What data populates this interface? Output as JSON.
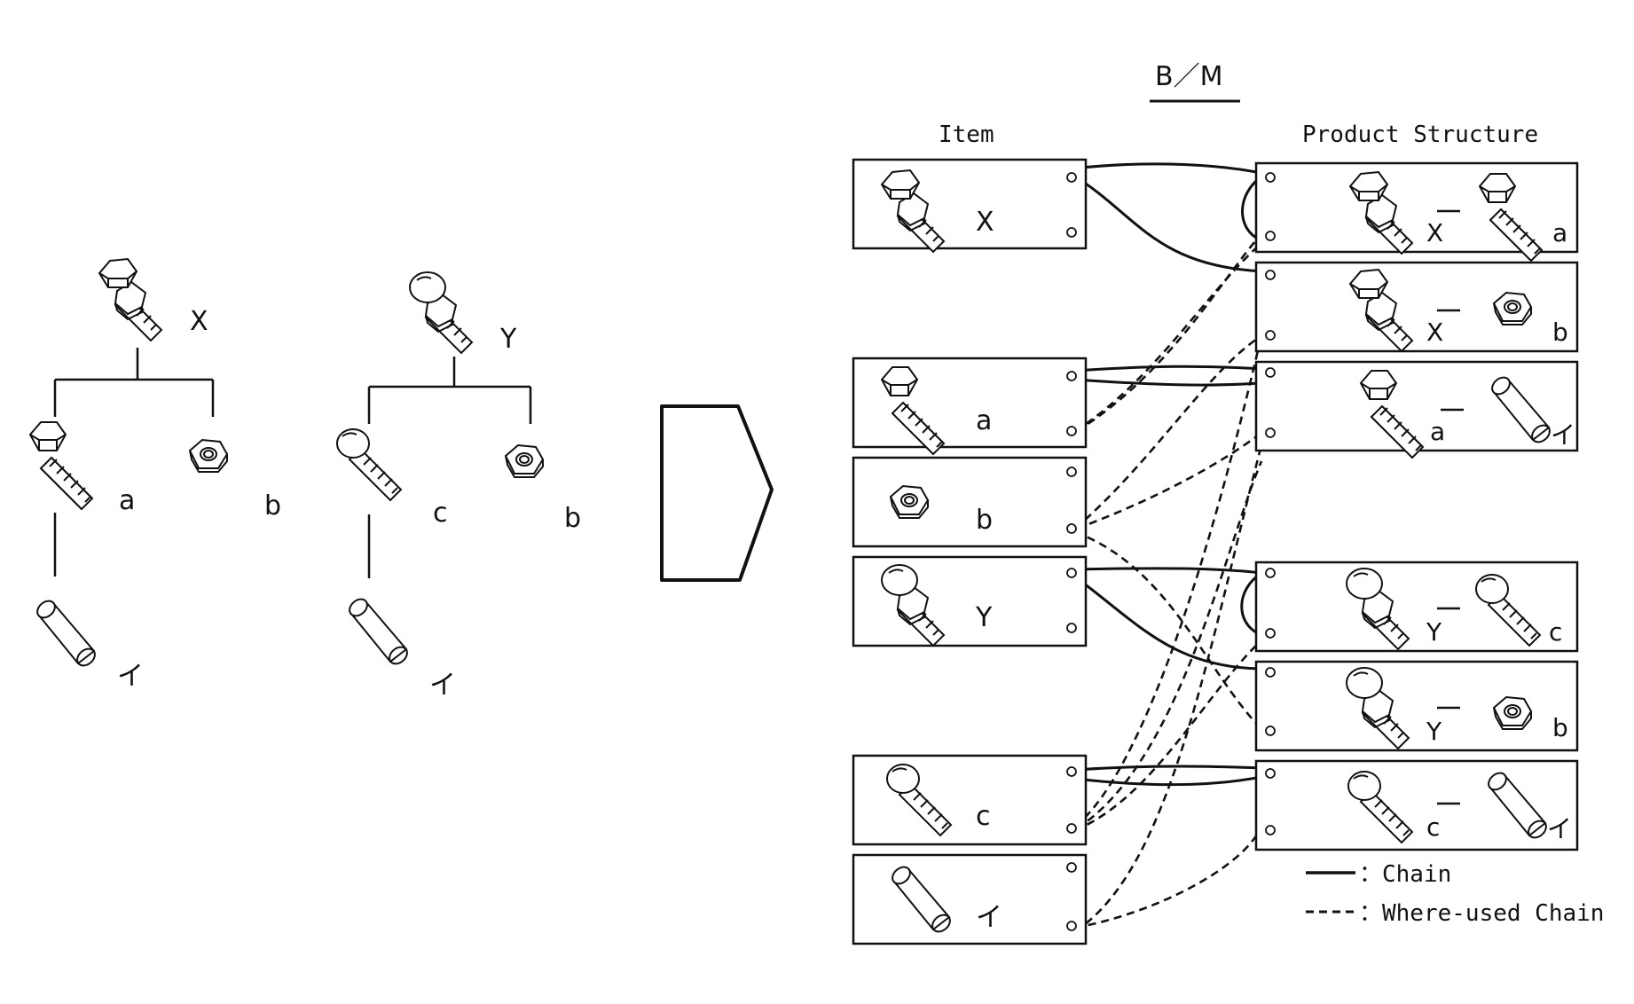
{
  "tree_left": {
    "root": "X",
    "child_a": "a",
    "child_b": "b",
    "grandchild": "イ"
  },
  "tree_right": {
    "root": "Y",
    "child_c": "c",
    "child_b": "b",
    "grandchild": "イ"
  },
  "bm": {
    "title": "B／M",
    "item_header": "Item",
    "structure_header": "Product Structure",
    "items": [
      {
        "label": "X",
        "icon": "bolt-with-nut-icon"
      },
      {
        "label": "a",
        "icon": "hex-bolt-icon"
      },
      {
        "label": "b",
        "icon": "hex-nut-icon"
      },
      {
        "label": "Y",
        "icon": "round-bolt-with-nut-icon"
      },
      {
        "label": "c",
        "icon": "round-head-bolt-icon"
      },
      {
        "label": "イ",
        "icon": "pin-icon"
      }
    ],
    "structures": [
      {
        "parent": "X",
        "child": "a"
      },
      {
        "parent": "X",
        "child": "b"
      },
      {
        "parent": "a",
        "child": "イ"
      },
      {
        "parent": "Y",
        "child": "c"
      },
      {
        "parent": "Y",
        "child": "b"
      },
      {
        "parent": "c",
        "child": "イ"
      }
    ]
  },
  "legend": {
    "chain": "：Chain",
    "where_used": "：Where-used Chain"
  }
}
